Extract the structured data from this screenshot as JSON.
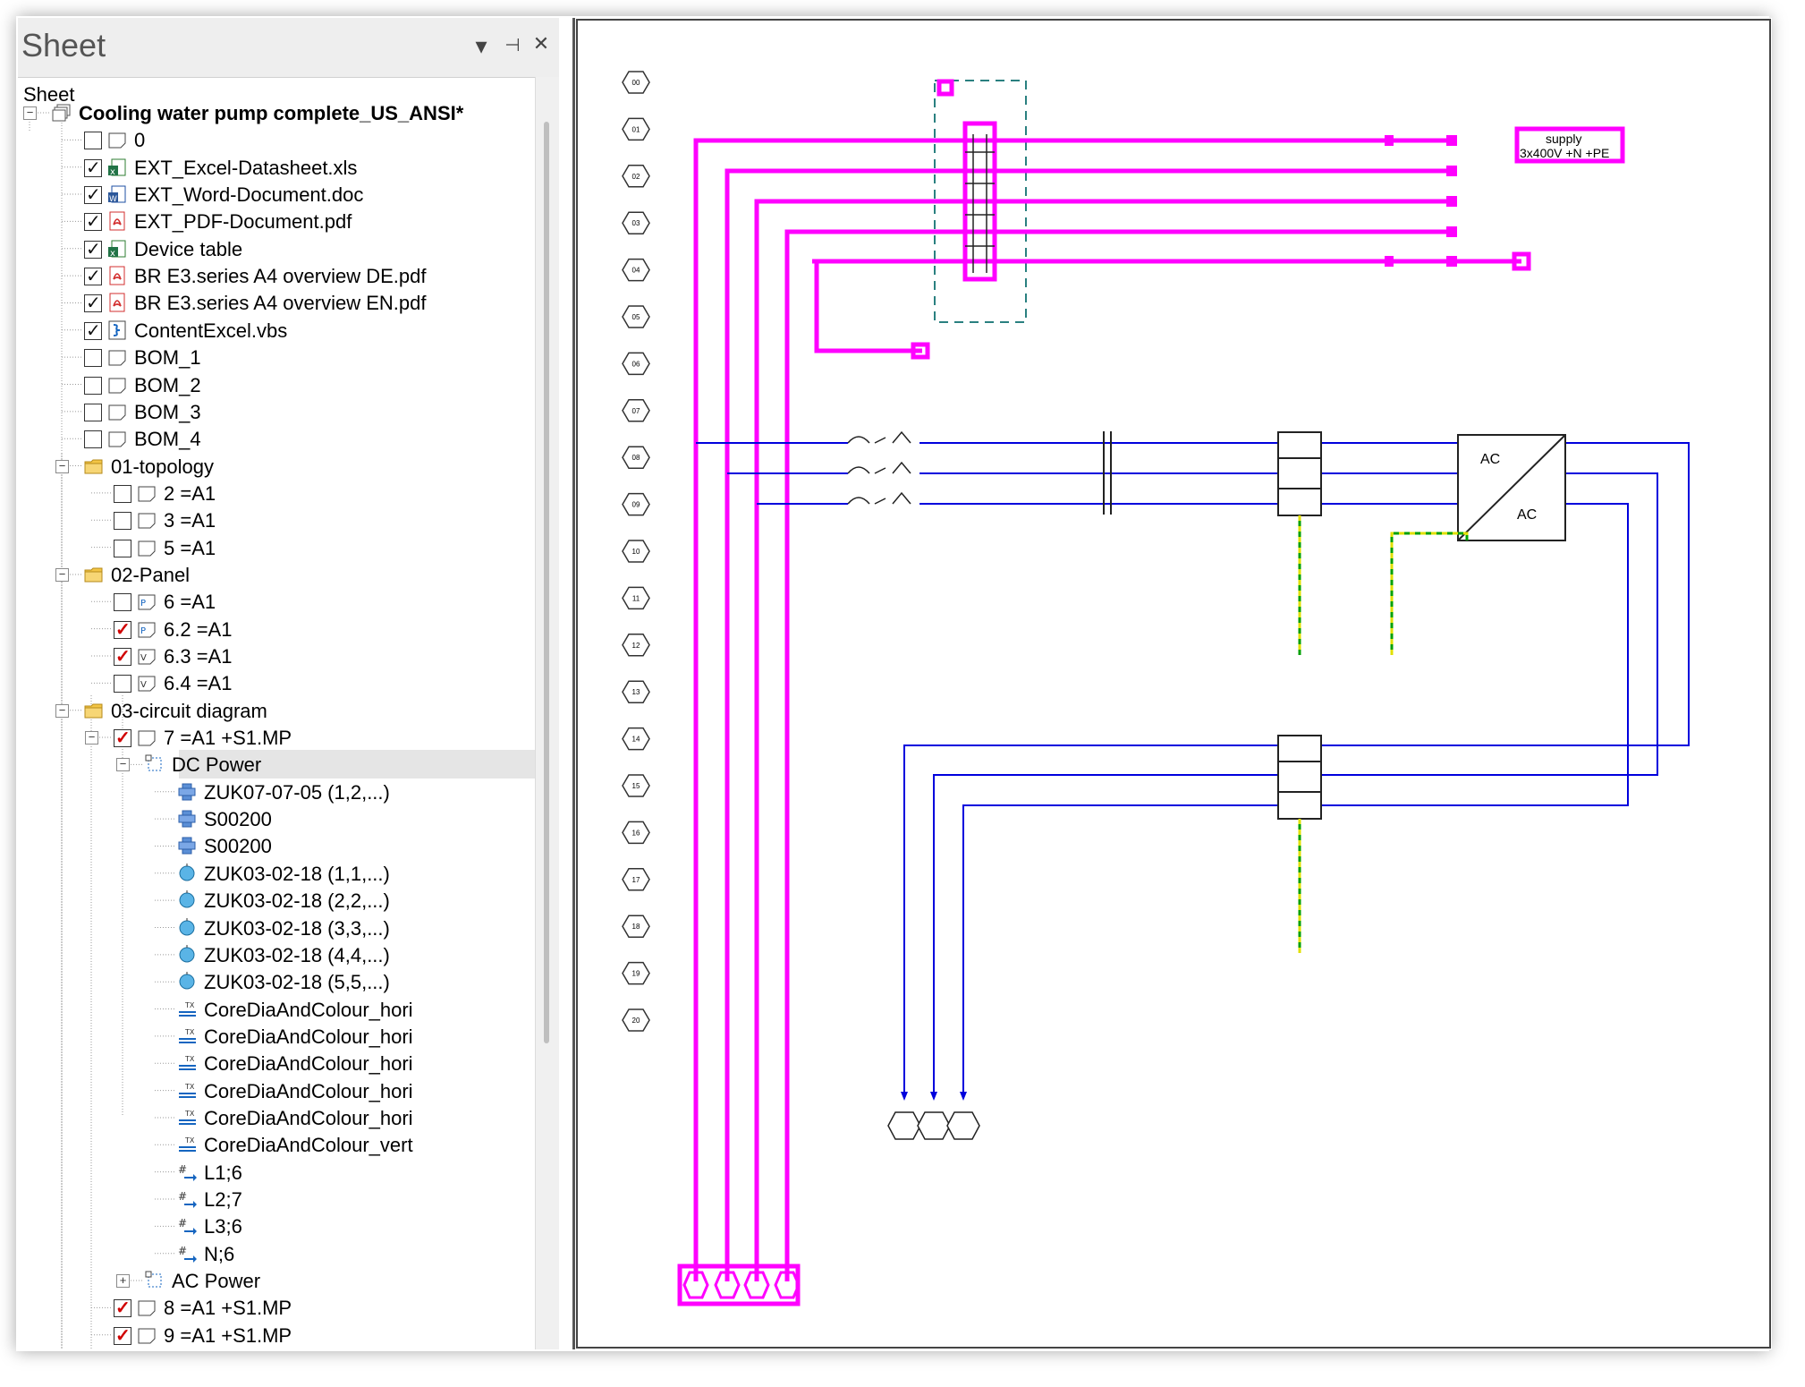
{
  "panel": {
    "title": "Sheet",
    "header_buttons": {
      "dropdown": "▾",
      "pin": "⊣",
      "close": "✕"
    },
    "tree_caption": "Sheet"
  },
  "tree": [
    {
      "label": "Cooling water pump complete_US_ANSI*",
      "level": 0,
      "expander": "minus",
      "checkbox": null,
      "icon": "project-icon",
      "bold": true
    },
    {
      "label": "0",
      "level": 1,
      "checkbox": "unchecked",
      "icon": "sheet-icon"
    },
    {
      "label": "EXT_Excel-Datasheet.xls",
      "level": 1,
      "checkbox": "checked",
      "icon": "excel-icon"
    },
    {
      "label": "EXT_Word-Document.doc",
      "level": 1,
      "checkbox": "checked",
      "icon": "word-icon"
    },
    {
      "label": "EXT_PDF-Document.pdf",
      "level": 1,
      "checkbox": "checked",
      "icon": "pdf-icon"
    },
    {
      "label": "Device table",
      "level": 1,
      "checkbox": "checked",
      "icon": "excel-icon"
    },
    {
      "label": "BR E3.series A4 overview DE.pdf",
      "level": 1,
      "checkbox": "checked",
      "icon": "pdf-icon"
    },
    {
      "label": "BR E3.series A4 overview EN.pdf",
      "level": 1,
      "checkbox": "checked",
      "icon": "pdf-icon"
    },
    {
      "label": "ContentExcel.vbs",
      "level": 1,
      "checkbox": "checked",
      "icon": "script-icon"
    },
    {
      "label": "BOM_1",
      "level": 1,
      "checkbox": "unchecked",
      "icon": "sheet-icon"
    },
    {
      "label": "BOM_2",
      "level": 1,
      "checkbox": "unchecked",
      "icon": "sheet-icon"
    },
    {
      "label": "BOM_3",
      "level": 1,
      "checkbox": "unchecked",
      "icon": "sheet-icon"
    },
    {
      "label": "BOM_4",
      "level": 1,
      "checkbox": "unchecked",
      "icon": "sheet-icon"
    },
    {
      "label": "01-topology",
      "level": 1,
      "expander": "minus",
      "checkbox": null,
      "icon": "folder-icon"
    },
    {
      "label": "2 =A1",
      "level": 2,
      "checkbox": "unchecked",
      "icon": "sheet-icon"
    },
    {
      "label": "3 =A1",
      "level": 2,
      "checkbox": "unchecked",
      "icon": "sheet-icon"
    },
    {
      "label": "5 =A1",
      "level": 2,
      "checkbox": "unchecked",
      "icon": "sheet-icon"
    },
    {
      "label": "02-Panel",
      "level": 1,
      "expander": "minus",
      "checkbox": null,
      "icon": "folder-icon"
    },
    {
      "label": "6 =A1",
      "level": 2,
      "checkbox": "unchecked",
      "icon": "panel-sheet-icon"
    },
    {
      "label": "6.2 =A1",
      "level": 2,
      "checkbox": "checked-red",
      "icon": "panel-sheet-icon"
    },
    {
      "label": "6.3 =A1",
      "level": 2,
      "checkbox": "checked-red",
      "icon": "view-sheet-icon"
    },
    {
      "label": "6.4 =A1",
      "level": 2,
      "checkbox": "unchecked",
      "icon": "view-sheet-icon"
    },
    {
      "label": "03-circuit diagram",
      "level": 1,
      "expander": "minus",
      "checkbox": null,
      "icon": "folder-icon"
    },
    {
      "label": "7 =A1 +S1.MP",
      "level": 2,
      "expander": "minus",
      "checkbox": "checked-red",
      "icon": "sheet-icon"
    },
    {
      "label": "DC Power",
      "level": 3,
      "expander": "minus",
      "checkbox": null,
      "icon": "group-icon",
      "selected": true
    },
    {
      "label": "ZUK07-07-05 (1,2,...)",
      "level": 4,
      "icon": "terminal-block-icon"
    },
    {
      "label": "S00200",
      "level": 4,
      "icon": "terminal-block-icon"
    },
    {
      "label": "S00200",
      "level": 4,
      "icon": "terminal-block-icon"
    },
    {
      "label": "ZUK03-02-18 (1,1,...)",
      "level": 4,
      "icon": "connector-icon"
    },
    {
      "label": "ZUK03-02-18 (2,2,...)",
      "level": 4,
      "icon": "connector-icon"
    },
    {
      "label": "ZUK03-02-18 (3,3,...)",
      "level": 4,
      "icon": "connector-icon"
    },
    {
      "label": "ZUK03-02-18 (4,4,...)",
      "level": 4,
      "icon": "connector-icon"
    },
    {
      "label": "ZUK03-02-18 (5,5,...)",
      "level": 4,
      "icon": "connector-icon"
    },
    {
      "label": "CoreDiaAndColour_hori",
      "level": 4,
      "icon": "text-icon"
    },
    {
      "label": "CoreDiaAndColour_hori",
      "level": 4,
      "icon": "text-icon"
    },
    {
      "label": "CoreDiaAndColour_hori",
      "level": 4,
      "icon": "text-icon"
    },
    {
      "label": "CoreDiaAndColour_hori",
      "level": 4,
      "icon": "text-icon"
    },
    {
      "label": "CoreDiaAndColour_hori",
      "level": 4,
      "icon": "text-icon"
    },
    {
      "label": "CoreDiaAndColour_vert",
      "level": 4,
      "icon": "text-icon"
    },
    {
      "label": "L1;6",
      "level": 4,
      "icon": "signal-icon"
    },
    {
      "label": "L2;7",
      "level": 4,
      "icon": "signal-icon"
    },
    {
      "label": "L3;6",
      "level": 4,
      "icon": "signal-icon"
    },
    {
      "label": "N;6",
      "level": 4,
      "icon": "signal-icon"
    },
    {
      "label": "AC Power",
      "level": 3,
      "expander": "plus",
      "checkbox": null,
      "icon": "group-icon"
    },
    {
      "label": "8 =A1 +S1.MP",
      "level": 2,
      "checkbox": "checked-red",
      "icon": "sheet-icon"
    },
    {
      "label": "9 =A1 +S1.MP",
      "level": 2,
      "checkbox": "checked-red",
      "icon": "sheet-icon"
    }
  ],
  "diagram": {
    "row_labels": [
      "00",
      "01",
      "02",
      "03",
      "04",
      "05",
      "06",
      "07",
      "08",
      "09",
      "10",
      "11",
      "12",
      "13",
      "14",
      "15",
      "16",
      "17",
      "18",
      "19",
      "20"
    ],
    "supply_label_line1": "supply",
    "supply_label_line2": "3x400V +N +PE",
    "converter_label_top": "AC",
    "converter_label_bottom": "AC",
    "colors": {
      "highlight": "#ff00ff",
      "wire": "#0000dd",
      "earth_green": "#00a000",
      "earth_yellow": "#e0e000",
      "dash_box": "#2a8080"
    }
  }
}
